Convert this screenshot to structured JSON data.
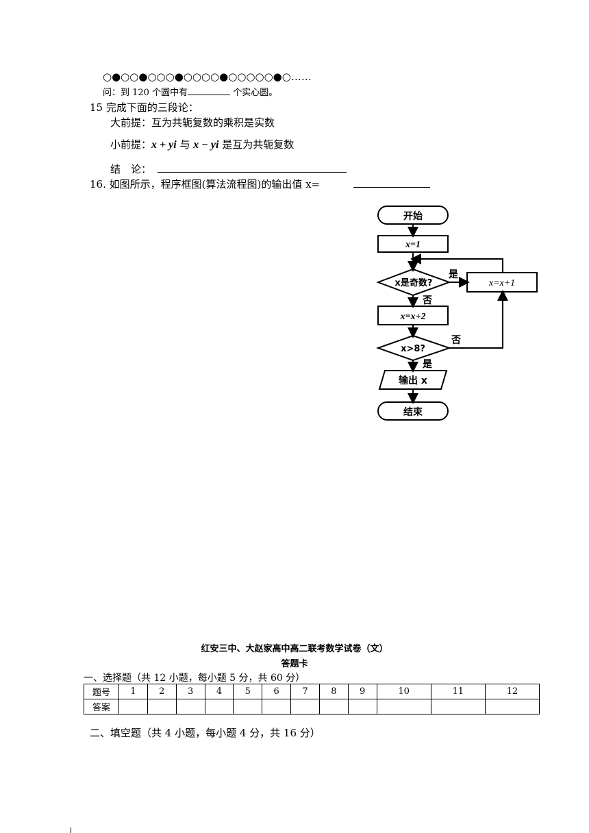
{
  "q14": {
    "circles": "○●○○●○○○●○○○○●○○○○○●○……",
    "question_prefix": "问：到 120 个圆中有",
    "question_suffix": " 个实心圆。"
  },
  "q15": {
    "title": "15 完成下面的三段论：",
    "major_premise": "大前提：互为共轭复数的乘积是实数",
    "minor_premise_label": "小前提：",
    "expr1": "x + yi",
    "minor_mid": " 与 ",
    "expr2": "x − yi",
    "minor_tail": " 是互为共轭复数",
    "conclusion_label": "结　论："
  },
  "q16": {
    "text": "16.  如图所示，程序框图(算法流程图)的输出值 x="
  },
  "flowchart": {
    "start": "开始",
    "init": "x=1",
    "cond1": "x是奇数?",
    "yes1": "是",
    "no1": "否",
    "step_yes": "x=x+1",
    "step_no": "x=x+2",
    "cond2": "x>8?",
    "no2": "否",
    "yes2": "是",
    "output": "输出 x",
    "end": "结束"
  },
  "answer_card": {
    "title": "红安三中、大赵家高中高二联考数学试卷（文）",
    "subtitle": "答题卡",
    "section1": "一、选择题（共 12 小题，每小题 5 分，共 60 分）",
    "row_header_number": "题号",
    "row_header_answer": "答案",
    "numbers": [
      "1",
      "2",
      "3",
      "4",
      "5",
      "6",
      "7",
      "8",
      "9",
      "10",
      "11",
      "12"
    ],
    "section2": "二、填空题（共 4 小题，每小题 4 分，共 16 分）"
  }
}
